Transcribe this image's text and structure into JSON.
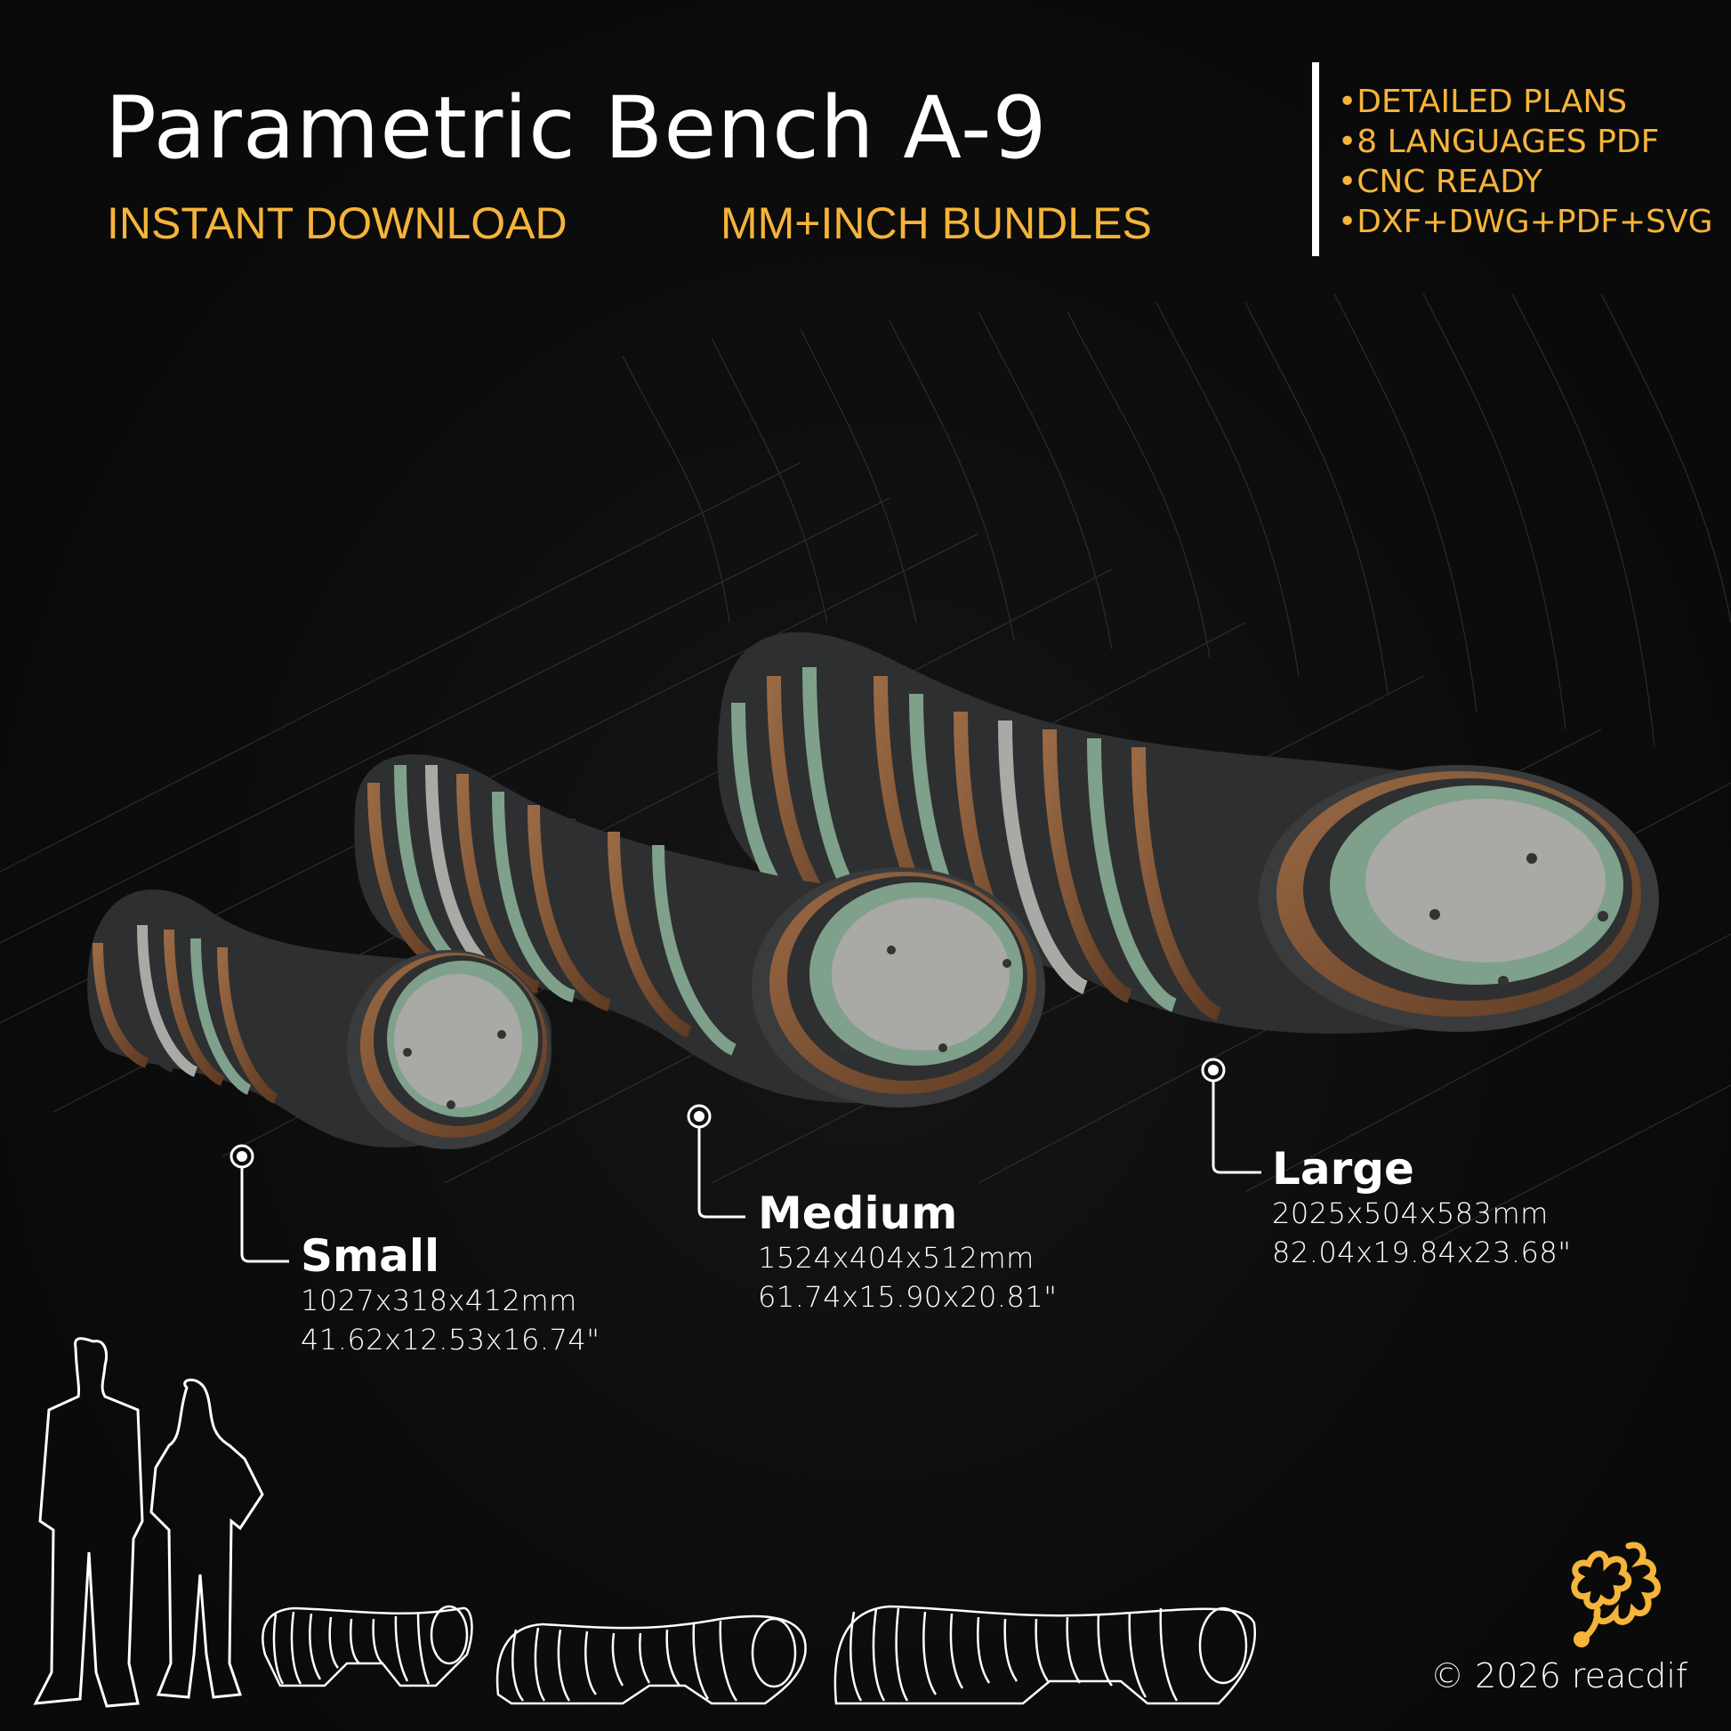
{
  "header": {
    "title": "Parametric Bench A-9",
    "subtitle_left": "INSTANT DOWNLOAD",
    "subtitle_right": "MM+INCH BUNDLES"
  },
  "features": [
    "DETAILED PLANS",
    "8 LANGUAGES PDF",
    "CNC READY",
    "DXF+DWG+PDF+SVG"
  ],
  "sizes": [
    {
      "name": "Small",
      "mm": "1027x318x412mm",
      "inch": "41.62x12.53x16.74\""
    },
    {
      "name": "Medium",
      "mm": "1524x404x512mm",
      "inch": "61.74x15.90x20.81\""
    },
    {
      "name": "Large",
      "mm": "2025x504x583mm",
      "inch": "82.04x19.84x23.68\""
    }
  ],
  "footer": {
    "copyright": "© 2026 reacdif"
  },
  "icons": {
    "callout_marker": "circle-dot-icon",
    "human_scale": "person-silhouette-icon",
    "brand_logo": "reaction-diffusion-logo-icon"
  },
  "colors": {
    "background": "#0b0b0b",
    "accent": "#f5b43a",
    "text": "#ffffff",
    "slat_green": "#7fa08a",
    "slat_wood": "#7a4a2c",
    "slat_dark": "#2e2f31",
    "slat_grey": "#a9a9a6"
  }
}
